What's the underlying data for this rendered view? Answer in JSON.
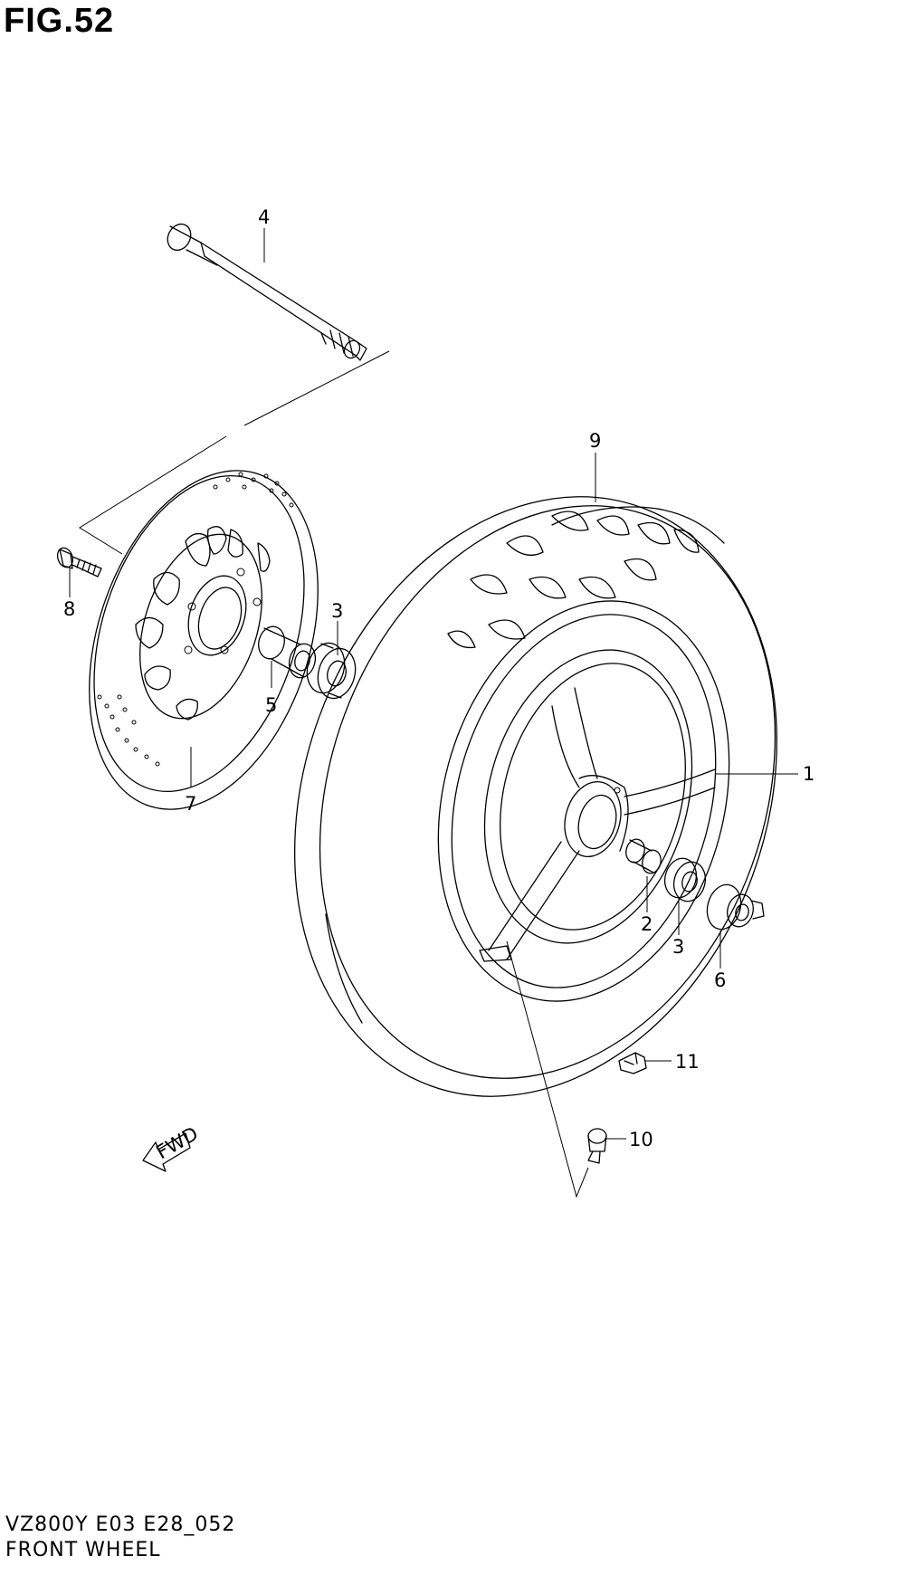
{
  "figure": {
    "title": "FIG.52",
    "code": "VZ800Y E03 E28_052",
    "name": "FRONT WHEEL"
  },
  "fwd_label": "FWD",
  "callouts": {
    "c1": "1",
    "c2": "2",
    "c3a": "3",
    "c3b": "3",
    "c4": "4",
    "c5": "5",
    "c6": "6",
    "c7": "7",
    "c8": "8",
    "c9": "9",
    "c10": "10",
    "c11": "11"
  }
}
